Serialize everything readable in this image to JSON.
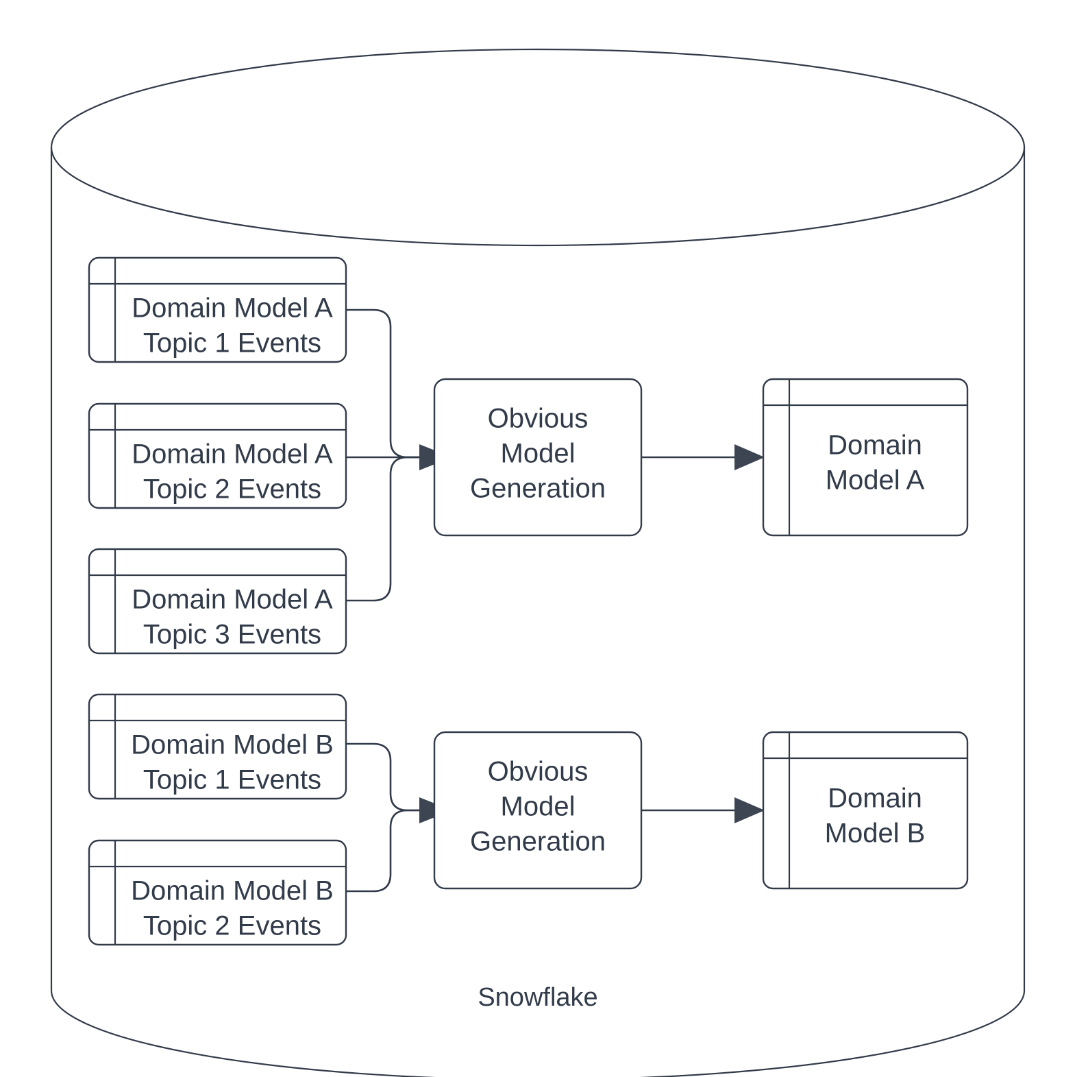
{
  "container": {
    "name": "snowflake-cylinder",
    "label": "Snowflake",
    "shape": "cylinder",
    "stroke_color": "#323B49",
    "fill_color": "#FFFFFF"
  },
  "theme": {
    "text_color": "#323B49",
    "stroke_color": "#323B49",
    "arrow_color": "#3D4552",
    "background": "#FFFFFF"
  },
  "nodes": {
    "source_tables": [
      {
        "id": "dm-a-topic-1",
        "line1": "Domain Model A",
        "line2": "Topic 1 Events",
        "shape": "table"
      },
      {
        "id": "dm-a-topic-2",
        "line1": "Domain Model A",
        "line2": "Topic 2 Events",
        "shape": "table"
      },
      {
        "id": "dm-a-topic-3",
        "line1": "Domain Model A",
        "line2": "Topic 3 Events",
        "shape": "table"
      },
      {
        "id": "dm-b-topic-1",
        "line1": "Domain Model B",
        "line2": "Topic 1 Events",
        "shape": "table"
      },
      {
        "id": "dm-b-topic-2",
        "line1": "Domain Model B",
        "line2": "Topic 2 Events",
        "shape": "table"
      }
    ],
    "processes": [
      {
        "id": "obvious-model-generation-a",
        "line1": "Obvious",
        "line2": "Model",
        "line3": "Generation",
        "shape": "rounded-rectangle"
      },
      {
        "id": "obvious-model-generation-b",
        "line1": "Obvious",
        "line2": "Model",
        "line3": "Generation",
        "shape": "rounded-rectangle"
      }
    ],
    "outputs": [
      {
        "id": "domain-model-a",
        "line1": "Domain",
        "line2": "Model A",
        "shape": "table"
      },
      {
        "id": "domain-model-b",
        "line1": "Domain",
        "line2": "Model B",
        "shape": "table"
      }
    ]
  },
  "edges": [
    {
      "from": "dm-a-topic-1",
      "to": "obvious-model-generation-a",
      "arrow": true
    },
    {
      "from": "dm-a-topic-2",
      "to": "obvious-model-generation-a",
      "arrow": true
    },
    {
      "from": "dm-a-topic-3",
      "to": "obvious-model-generation-a",
      "arrow": true
    },
    {
      "from": "obvious-model-generation-a",
      "to": "domain-model-a",
      "arrow": true
    },
    {
      "from": "dm-b-topic-1",
      "to": "obvious-model-generation-b",
      "arrow": true
    },
    {
      "from": "dm-b-topic-2",
      "to": "obvious-model-generation-b",
      "arrow": true
    },
    {
      "from": "obvious-model-generation-b",
      "to": "domain-model-b",
      "arrow": true
    }
  ]
}
